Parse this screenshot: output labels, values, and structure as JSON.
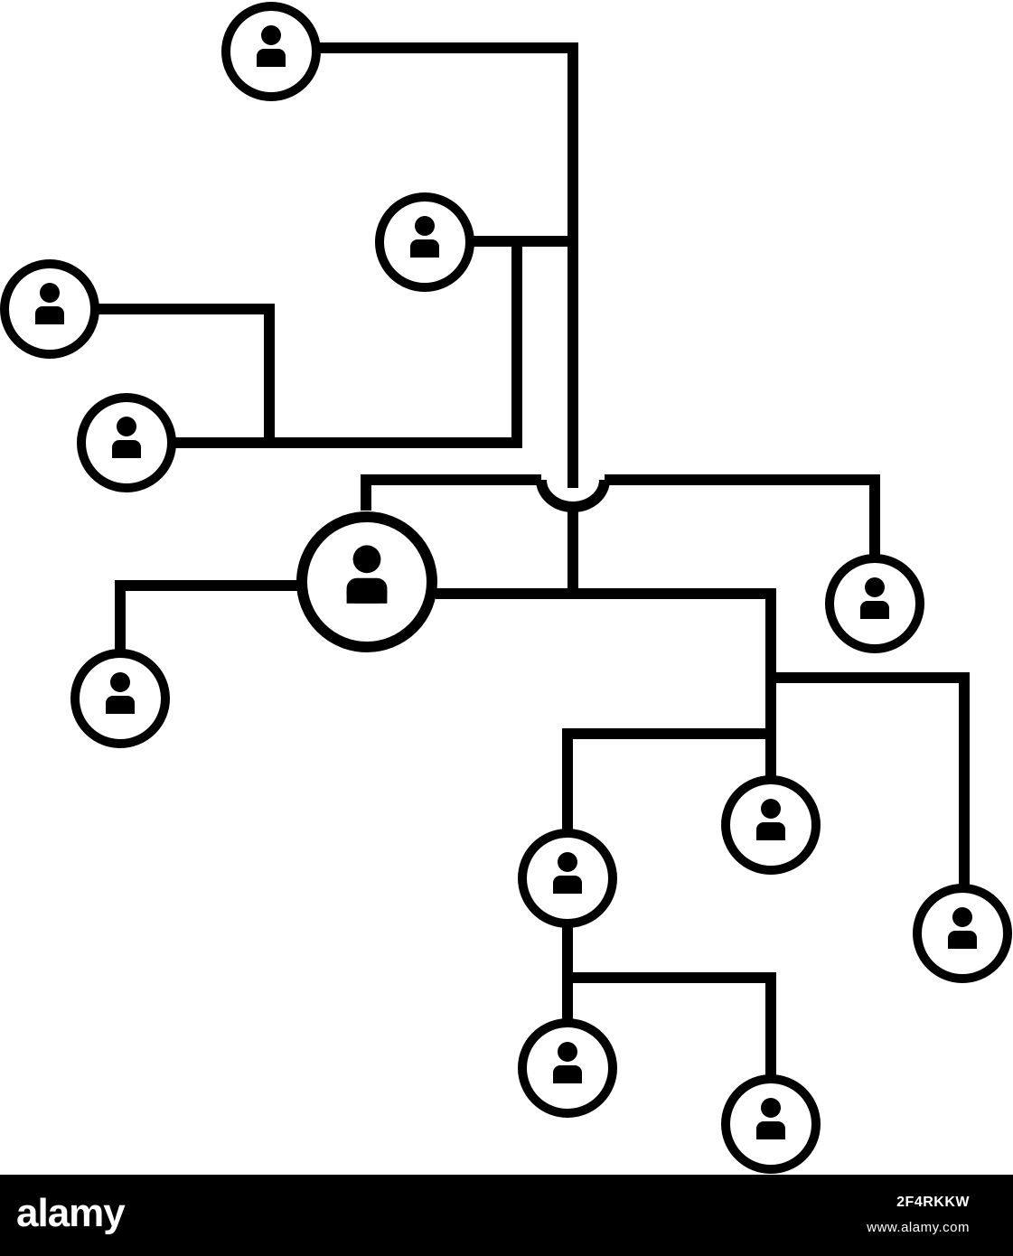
{
  "colors": {
    "stroke": "#000000",
    "background": "#ffffff",
    "footer": "#000000",
    "footer_text": "#ffffff"
  },
  "icons": {
    "node": "user-icon"
  },
  "footer": {
    "logo": "alamy",
    "image_id": "2F4RKKW",
    "site": "www.alamy.com"
  }
}
